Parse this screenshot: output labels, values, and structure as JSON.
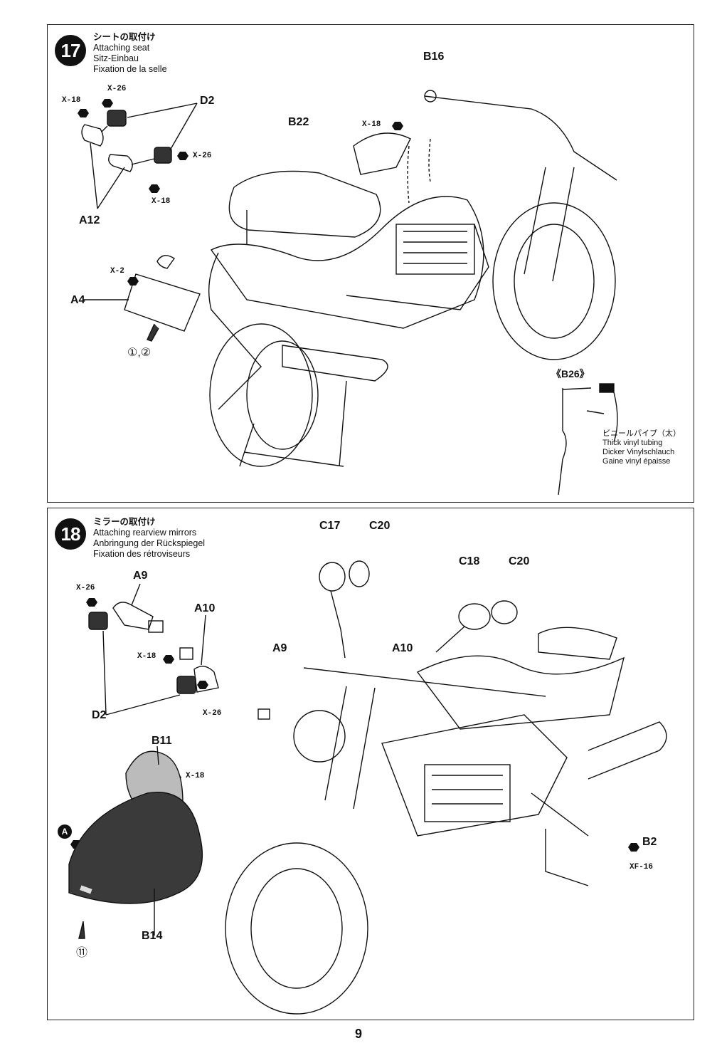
{
  "step17": {
    "number": "17",
    "title_jp": "シートの取付け",
    "title_en": "Attaching seat",
    "title_de": "Sitz-Einbau",
    "title_fr": "Fixation de la selle",
    "labels": {
      "x18_a": "X-18",
      "x26_a": "X-26",
      "d2": "D2",
      "x26_b": "X-26",
      "x18_b": "X-18",
      "a12": "A12",
      "x2": "X-2",
      "a4": "A4",
      "marks": "①,②",
      "b22": "B22",
      "x18_c": "X-18",
      "b16": "B16"
    },
    "inset": {
      "label": "《B26》",
      "tubing_jp": "ビニールパイプ（太）",
      "tubing_en": "Thick vinyl tubing",
      "tubing_de": "Dicker Vinylschlauch",
      "tubing_fr": "Gaine vinyl épaisse"
    }
  },
  "step18": {
    "number": "18",
    "title_jp": "ミラーの取付け",
    "title_en": "Attaching rearview mirrors",
    "title_de": "Anbringung der Rückspiegel",
    "title_fr": "Fixation des rétroviseurs",
    "labels": {
      "x26_a": "X-26",
      "a9": "A9",
      "a10": "A10",
      "x18_a": "X-18",
      "x26_b": "X-26",
      "d2": "D2",
      "b11": "B11",
      "x18_b": "X-18",
      "b14": "B14",
      "mark_a": "A",
      "mark_11": "⑪",
      "c17": "C17",
      "c20_a": "C20",
      "c18": "C18",
      "c20_b": "C20",
      "a9_main": "A9",
      "a10_main": "A10",
      "b2": "B2",
      "xf16": "XF-16"
    }
  },
  "page_number": "9"
}
